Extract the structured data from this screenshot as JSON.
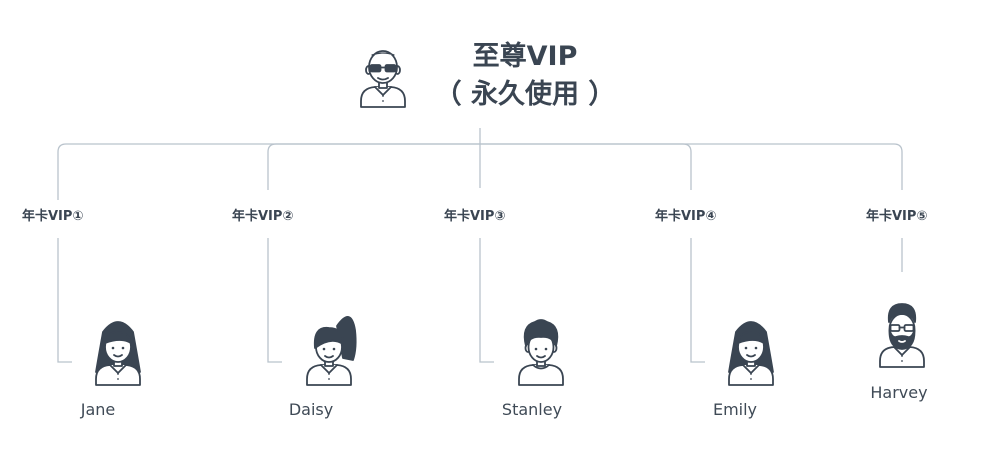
{
  "root": {
    "title_line1": "至尊VIP",
    "title_line2": "（ 永久使用 ）",
    "avatar_icon": "bald-man-glasses-avatar-icon"
  },
  "tiers": [
    {
      "label": "年卡VIP①",
      "name": "Jane",
      "avatar_icon": "woman-long-hair-avatar-icon"
    },
    {
      "label": "年卡VIP②",
      "name": "Daisy",
      "avatar_icon": "woman-ponytail-avatar-icon"
    },
    {
      "label": "年卡VIP③",
      "name": "Stanley",
      "avatar_icon": "man-curly-hair-avatar-icon"
    },
    {
      "label": "年卡VIP④",
      "name": "Emily",
      "avatar_icon": "woman-long-hair-avatar-icon"
    },
    {
      "label": "年卡VIP⑤",
      "name": "Harvey",
      "avatar_icon": "bearded-man-glasses-avatar-icon"
    }
  ],
  "colors": {
    "line": "#b9c3cc",
    "stroke": "#3a4552",
    "text": "#3f4a56"
  }
}
